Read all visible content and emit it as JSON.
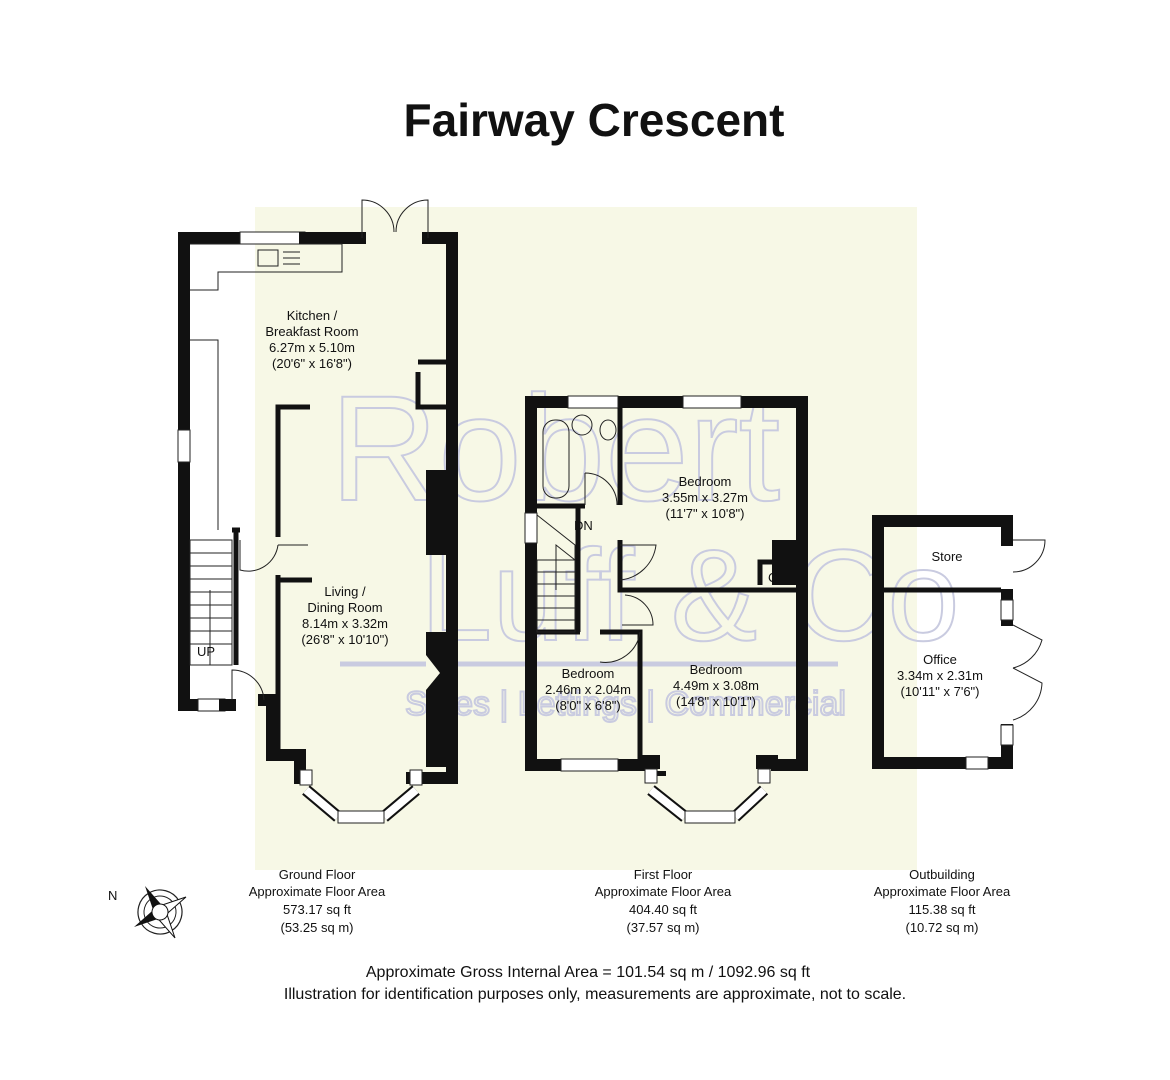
{
  "title": "Fairway Crescent",
  "colors": {
    "background_tint": "#f7f8e6",
    "wall": "#111111",
    "watermark": "#c9cbe0"
  },
  "watermark": {
    "line1": "Robert",
    "line2": "Luff & Co",
    "tagline": "Sales | Lettings | Commercial"
  },
  "compass": {
    "label": "N",
    "icon": "compass-rose-icon"
  },
  "ground_floor": {
    "rooms": [
      {
        "name_line1": "Kitchen /",
        "name_line2": "Breakfast Room",
        "metric": "6.27m x 5.10m",
        "imperial": "(20'6\" x 16'8\")"
      },
      {
        "name_line1": "Living /",
        "name_line2": "Dining Room",
        "metric": "8.14m x 3.32m",
        "imperial": "(26'8\" x 10'10\")"
      }
    ],
    "stairs_label": "UP",
    "caption": {
      "name": "Ground Floor",
      "area_label": "Approximate Floor Area",
      "sqft": "573.17 sq ft",
      "sqm": "(53.25 sq m)"
    }
  },
  "first_floor": {
    "rooms": [
      {
        "name": "Bedroom",
        "metric": "3.55m x 3.27m",
        "imperial": "(11'7\" x 10'8\")"
      },
      {
        "name": "Bedroom",
        "metric": "2.46m x 2.04m",
        "imperial": "(8'0\" x 6'8\")"
      },
      {
        "name": "Bedroom",
        "metric": "4.49m x 3.08m",
        "imperial": "(14'8\" x 10'1\")"
      }
    ],
    "stairs_label": "DN",
    "cupboard_label": "C",
    "caption": {
      "name": "First Floor",
      "area_label": "Approximate Floor Area",
      "sqft": "404.40 sq ft",
      "sqm": "(37.57 sq m)"
    }
  },
  "outbuilding": {
    "store_label": "Store",
    "rooms": [
      {
        "name": "Office",
        "metric": "3.34m x 2.31m",
        "imperial": "(10'11\" x 7'6\")"
      }
    ],
    "caption": {
      "name": "Outbuilding",
      "area_label": "Approximate Floor Area",
      "sqft": "115.38 sq ft",
      "sqm": "(10.72 sq m)"
    }
  },
  "footer": {
    "gross_area": "Approximate Gross Internal Area = 101.54 sq m / 1092.96 sq ft",
    "disclaimer": "Illustration for identification purposes only, measurements are approximate, not to scale."
  }
}
